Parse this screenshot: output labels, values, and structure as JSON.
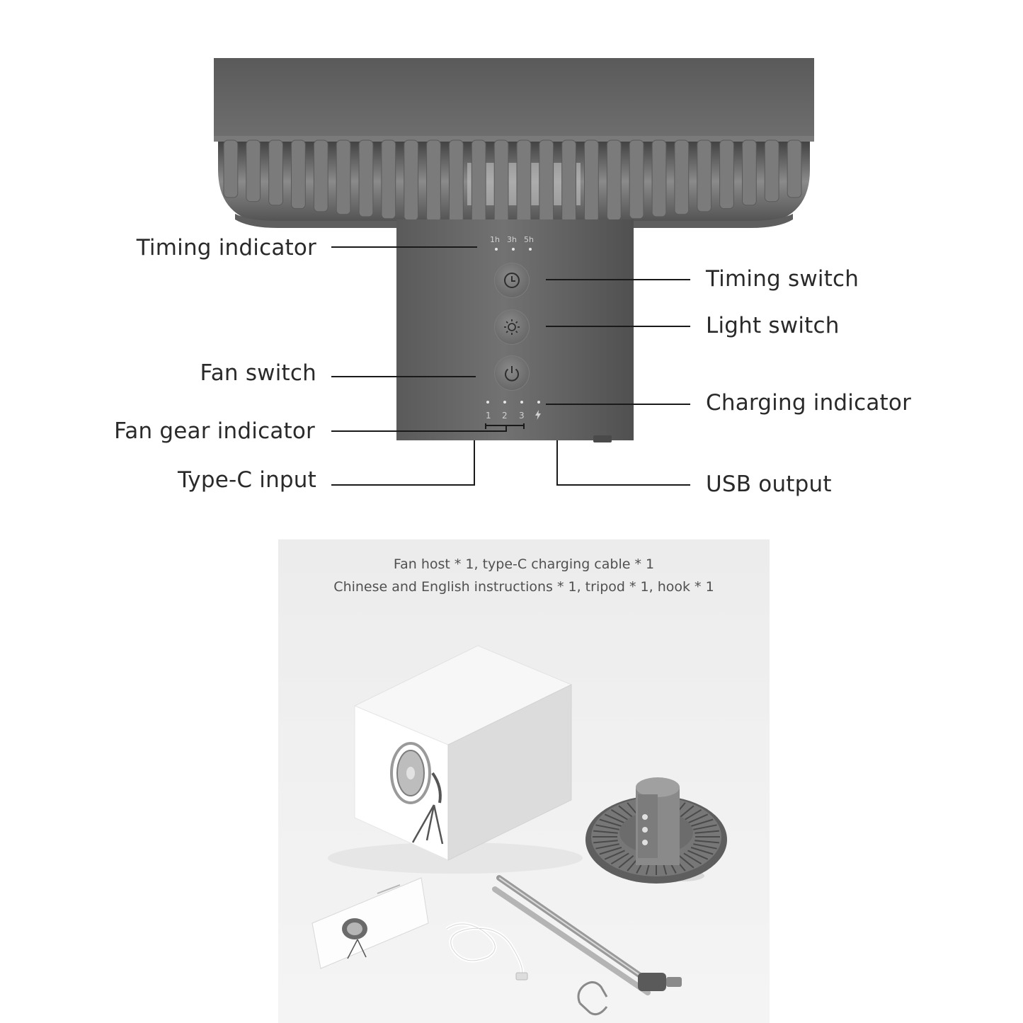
{
  "labels": {
    "timing_indicator": "Timing indicator",
    "timing_switch": "Timing switch",
    "light_switch": "Light switch",
    "fan_switch": "Fan switch",
    "charging_indicator": "Charging indicator",
    "fan_gear_indicator": "Fan gear indicator",
    "type_c_input": "Type-C input",
    "usb_output": "USB output"
  },
  "timer_marks": [
    "1h",
    "3h",
    "5h"
  ],
  "gear_marks": [
    "1",
    "2",
    "3"
  ],
  "package": {
    "line1": "Fan host * 1, type-C charging cable * 1",
    "line2": "Chinese and English instructions * 1, tripod * 1, hook * 1"
  },
  "icons": [
    "clock-icon",
    "sun-icon",
    "power-icon",
    "lightning-icon"
  ],
  "colors": {
    "fan_body": "#6b6b6b",
    "fan_body_dark": "#4a4a4a",
    "label_text": "#2a2a2a",
    "panel_bg": "#efefef"
  }
}
